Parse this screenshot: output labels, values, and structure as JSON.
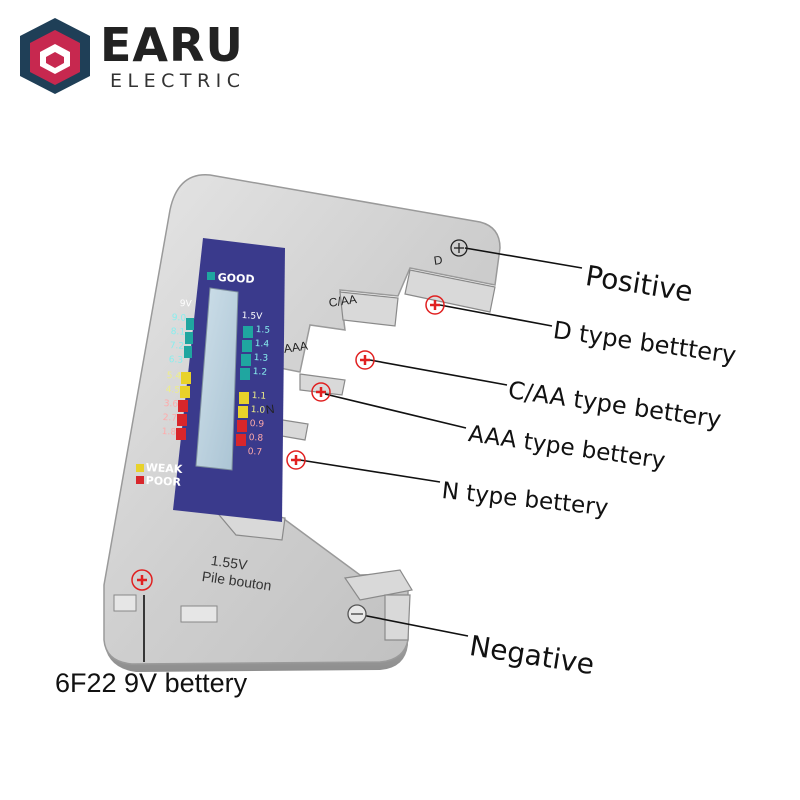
{
  "brand": {
    "name": "EARU",
    "subtitle": "ELECTRIC",
    "colors": {
      "mark": "#c7284f",
      "mark_dark": "#1f3f57"
    }
  },
  "device": {
    "slot_labels": {
      "d": "D",
      "c_aa": "C/AA",
      "aaa": "AAA",
      "n": "N"
    },
    "button_cell": {
      "voltage": "1.55V",
      "name": "Pile bouton"
    },
    "panel": {
      "good_label": "GOOD",
      "weak_label": "WEAK",
      "poor_label": "POOR",
      "left_header": "9V",
      "right_header": "1.5V",
      "left_scale": [
        "9.0",
        "8.1",
        "7.2",
        "6.3",
        "5.4",
        "4.5",
        "3.6",
        "2.7",
        "1.8"
      ],
      "right_scale": [
        "1.5",
        "1.4",
        "1.3",
        "1.2",
        "1.1",
        "1.0",
        "0.9",
        "0.8",
        "0.7"
      ],
      "colors": {
        "good": "#1fa6a0",
        "weak": "#e8d22a",
        "poor": "#d8262b",
        "panel": "#3a3a8c"
      }
    }
  },
  "callouts": {
    "positive": "Positive",
    "d_type": "D type betttery",
    "c_aa_type": "C/AA type bettery",
    "aaa_type": "AAA type  bettery",
    "n_type": "N type bettery",
    "negative": "Negative",
    "nine_volt": "6F22 9V bettery"
  }
}
